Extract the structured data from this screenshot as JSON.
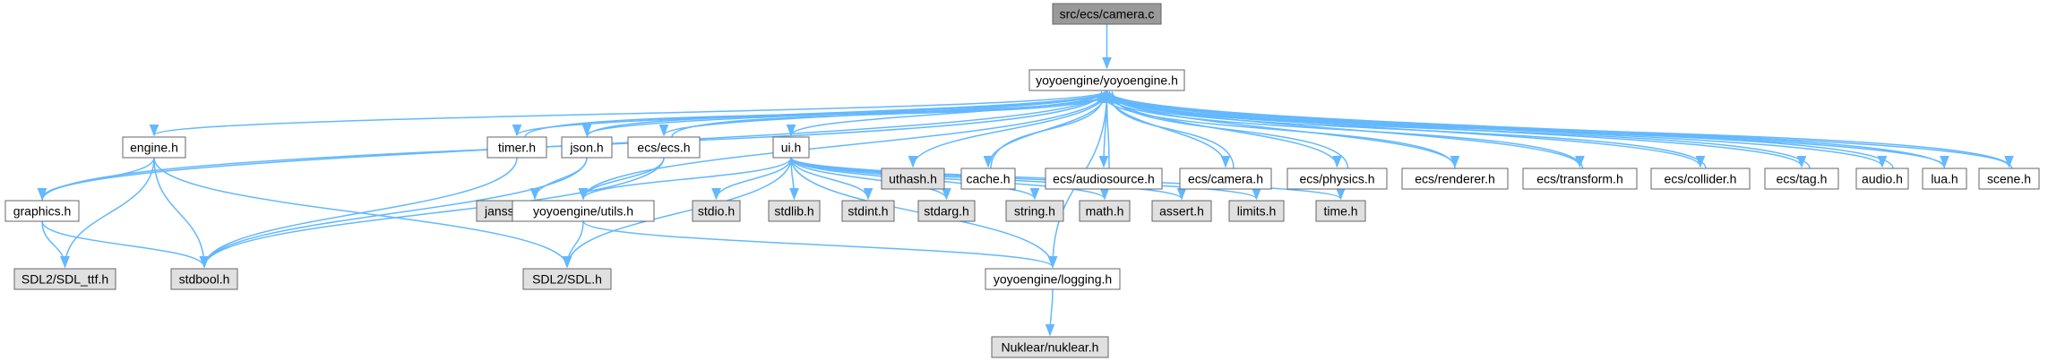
{
  "colors": {
    "edge": "#63b8ff",
    "root_fill": "#999999",
    "node_fill": "#ffffff",
    "external_fill": "#e0e0e0",
    "border": "#666666"
  },
  "nodes": {
    "root": {
      "label": "src/ecs/camera.c",
      "kind": "root"
    },
    "yoyo": {
      "label": "yoyoengine/yoyoengine.h",
      "kind": "file"
    },
    "engine": {
      "label": "engine.h",
      "kind": "file"
    },
    "timer": {
      "label": "timer.h",
      "kind": "file"
    },
    "json": {
      "label": "json.h",
      "kind": "file"
    },
    "ecs": {
      "label": "ecs/ecs.h",
      "kind": "file"
    },
    "ui": {
      "label": "ui.h",
      "kind": "file"
    },
    "uthash": {
      "label": "uthash.h",
      "kind": "external"
    },
    "cache": {
      "label": "cache.h",
      "kind": "file"
    },
    "audiosource": {
      "label": "ecs/audiosource.h",
      "kind": "file"
    },
    "camera": {
      "label": "ecs/camera.h",
      "kind": "file"
    },
    "physics": {
      "label": "ecs/physics.h",
      "kind": "file"
    },
    "renderer": {
      "label": "ecs/renderer.h",
      "kind": "file"
    },
    "transform": {
      "label": "ecs/transform.h",
      "kind": "file"
    },
    "collider": {
      "label": "ecs/collider.h",
      "kind": "file"
    },
    "tag": {
      "label": "ecs/tag.h",
      "kind": "file"
    },
    "audio": {
      "label": "audio.h",
      "kind": "file"
    },
    "lua": {
      "label": "lua.h",
      "kind": "file"
    },
    "scene": {
      "label": "scene.h",
      "kind": "file"
    },
    "graphics": {
      "label": "graphics.h",
      "kind": "file"
    },
    "jansson": {
      "label": "jansson/jansson.h",
      "kind": "external"
    },
    "utils": {
      "label": "yoyoengine/utils.h",
      "kind": "file"
    },
    "stdio": {
      "label": "stdio.h",
      "kind": "external"
    },
    "stdlib": {
      "label": "stdlib.h",
      "kind": "external"
    },
    "stdint": {
      "label": "stdint.h",
      "kind": "external"
    },
    "stdarg": {
      "label": "stdarg.h",
      "kind": "external"
    },
    "string": {
      "label": "string.h",
      "kind": "external"
    },
    "math": {
      "label": "math.h",
      "kind": "external"
    },
    "assert": {
      "label": "assert.h",
      "kind": "external"
    },
    "limits": {
      "label": "limits.h",
      "kind": "external"
    },
    "time": {
      "label": "time.h",
      "kind": "external"
    },
    "sdlttf": {
      "label": "SDL2/SDL_ttf.h",
      "kind": "external"
    },
    "stdbool": {
      "label": "stdbool.h",
      "kind": "external"
    },
    "sdl": {
      "label": "SDL2/SDL.h",
      "kind": "external"
    },
    "logging": {
      "label": "yoyoengine/logging.h",
      "kind": "file"
    },
    "nuklear": {
      "label": "Nuklear/nuklear.h",
      "kind": "external"
    }
  },
  "edges": [
    [
      "root",
      "yoyo"
    ],
    [
      "yoyo",
      "engine"
    ],
    [
      "yoyo",
      "timer"
    ],
    [
      "yoyo",
      "json"
    ],
    [
      "yoyo",
      "ecs"
    ],
    [
      "yoyo",
      "ui"
    ],
    [
      "yoyo",
      "uthash"
    ],
    [
      "yoyo",
      "cache"
    ],
    [
      "yoyo",
      "audiosource"
    ],
    [
      "yoyo",
      "camera"
    ],
    [
      "yoyo",
      "physics"
    ],
    [
      "yoyo",
      "renderer"
    ],
    [
      "yoyo",
      "transform"
    ],
    [
      "yoyo",
      "collider"
    ],
    [
      "yoyo",
      "tag"
    ],
    [
      "yoyo",
      "audio"
    ],
    [
      "yoyo",
      "lua"
    ],
    [
      "yoyo",
      "scene"
    ],
    [
      "yoyo",
      "graphics"
    ],
    [
      "yoyo",
      "utils"
    ],
    [
      "yoyo",
      "logging"
    ],
    [
      "engine",
      "graphics"
    ],
    [
      "engine",
      "sdlttf"
    ],
    [
      "engine",
      "stdbool"
    ],
    [
      "engine",
      "sdl"
    ],
    [
      "graphics",
      "yoyo"
    ],
    [
      "graphics",
      "sdlttf"
    ],
    [
      "graphics",
      "stdbool"
    ],
    [
      "timer",
      "yoyo"
    ],
    [
      "timer",
      "stdbool"
    ],
    [
      "json",
      "yoyo"
    ],
    [
      "json",
      "jansson"
    ],
    [
      "json",
      "stdbool"
    ],
    [
      "ecs",
      "yoyo"
    ],
    [
      "ecs",
      "utils"
    ],
    [
      "ecs",
      "stdbool"
    ],
    [
      "ui",
      "stdio"
    ],
    [
      "ui",
      "stdlib"
    ],
    [
      "ui",
      "stdint"
    ],
    [
      "ui",
      "stdarg"
    ],
    [
      "ui",
      "string"
    ],
    [
      "ui",
      "math"
    ],
    [
      "ui",
      "assert"
    ],
    [
      "ui",
      "limits"
    ],
    [
      "ui",
      "time"
    ],
    [
      "ui",
      "sdl"
    ],
    [
      "ui",
      "utils"
    ],
    [
      "ui",
      "logging"
    ],
    [
      "utils",
      "sdl"
    ],
    [
      "utils",
      "logging"
    ],
    [
      "logging",
      "nuklear"
    ],
    [
      "cache",
      "yoyo"
    ],
    [
      "audiosource",
      "yoyo"
    ],
    [
      "camera",
      "yoyo"
    ],
    [
      "physics",
      "yoyo"
    ],
    [
      "renderer",
      "yoyo"
    ],
    [
      "transform",
      "yoyo"
    ],
    [
      "collider",
      "yoyo"
    ],
    [
      "tag",
      "yoyo"
    ],
    [
      "audio",
      "yoyo"
    ],
    [
      "lua",
      "yoyo"
    ],
    [
      "scene",
      "yoyo"
    ]
  ]
}
